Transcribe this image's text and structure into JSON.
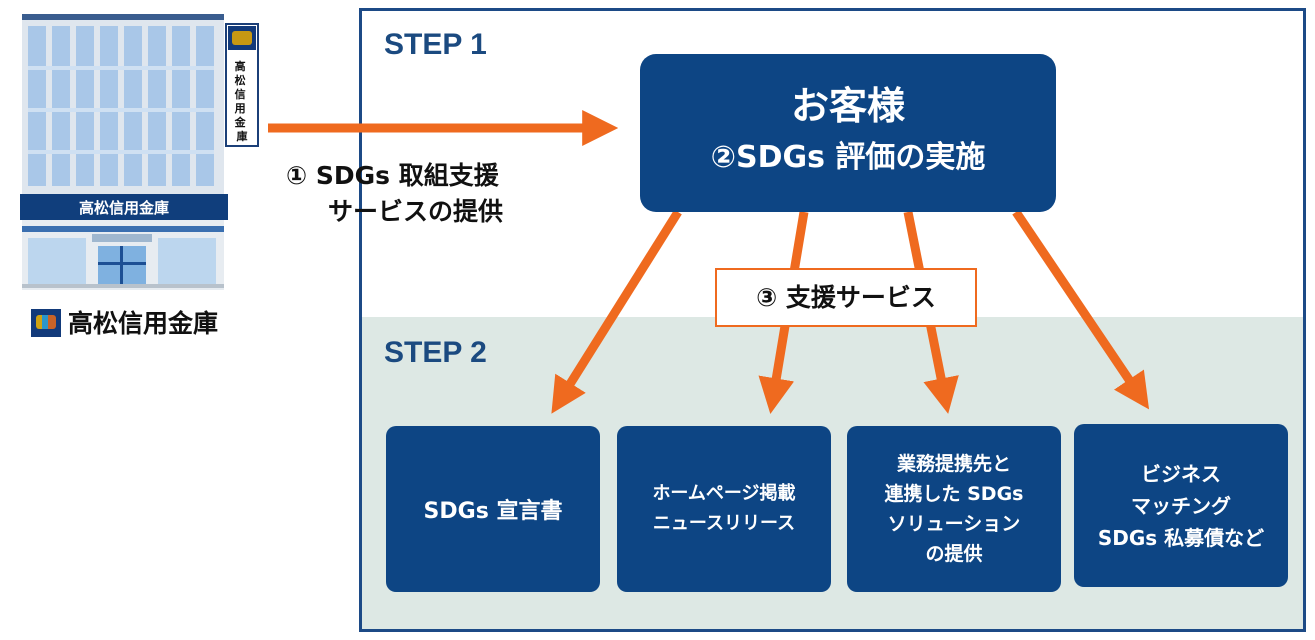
{
  "bank": {
    "name": "高松信用金庫",
    "sign_vertical": "高松信用金庫",
    "facade_sign": "高松信用金庫"
  },
  "steps": {
    "step1": "STEP 1",
    "step2": "STEP 2"
  },
  "customer": {
    "title": "お客様",
    "subtitle": "②SDGs 評価の実施"
  },
  "flow_caption": {
    "line1": "① SDGs 取組支援",
    "line2": "サービスの提供"
  },
  "support_label": "③ 支援サービス",
  "services": [
    {
      "text": "SDGs 宣言書"
    },
    {
      "text": "ホームページ掲載\nニュースリリース"
    },
    {
      "text": "業務提携先と\n連携した SDGs\nソリューション\nの提供"
    },
    {
      "text": "ビジネス\nマッチング\nSDGs 私募債など"
    }
  ],
  "colors": {
    "navy": "#0d4584",
    "arrow_orange": "#ef6a1f",
    "step2_bg": "#dde8e4",
    "frame": "#1c4a86"
  }
}
